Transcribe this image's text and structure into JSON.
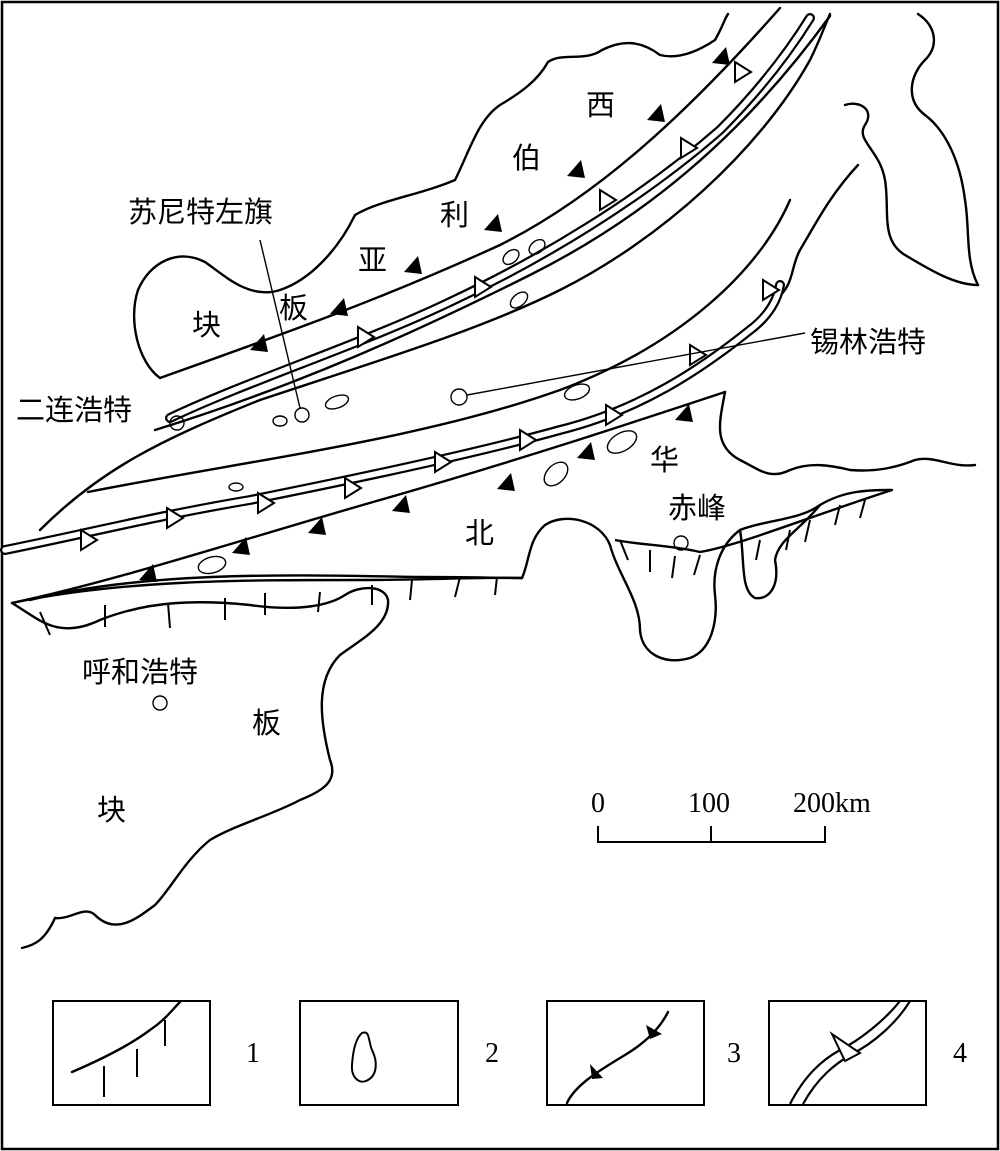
{
  "map": {
    "plates": {
      "siberia": [
        "西",
        "伯",
        "利",
        "亚",
        "板",
        "块"
      ],
      "north_china": [
        "华",
        "北",
        "板",
        "块"
      ]
    },
    "cities": {
      "sunite_zuoqi": "苏尼特左旗",
      "erenhot": "二连浩特",
      "xilinhot": "锡林浩特",
      "chifeng": "赤峰",
      "hohhot": "呼和浩特"
    },
    "scale_bar": {
      "tick_0": "0",
      "tick_100": "100",
      "tick_200": "200km"
    }
  },
  "legend": [
    {
      "number": "1"
    },
    {
      "number": "2"
    },
    {
      "number": "3"
    },
    {
      "number": "4"
    }
  ]
}
